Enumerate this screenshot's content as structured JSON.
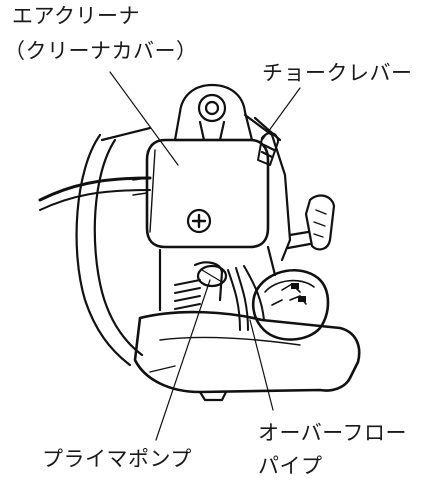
{
  "labels": {
    "air_cleaner_line1": "エアクリーナ",
    "air_cleaner_line2": "（クリーナカバー）",
    "choke_lever": "チョークレバー",
    "primer_pump": "プライマポンプ",
    "overflow_pipe_line1": "オーバーフロー",
    "overflow_pipe_line2": "パイプ"
  }
}
